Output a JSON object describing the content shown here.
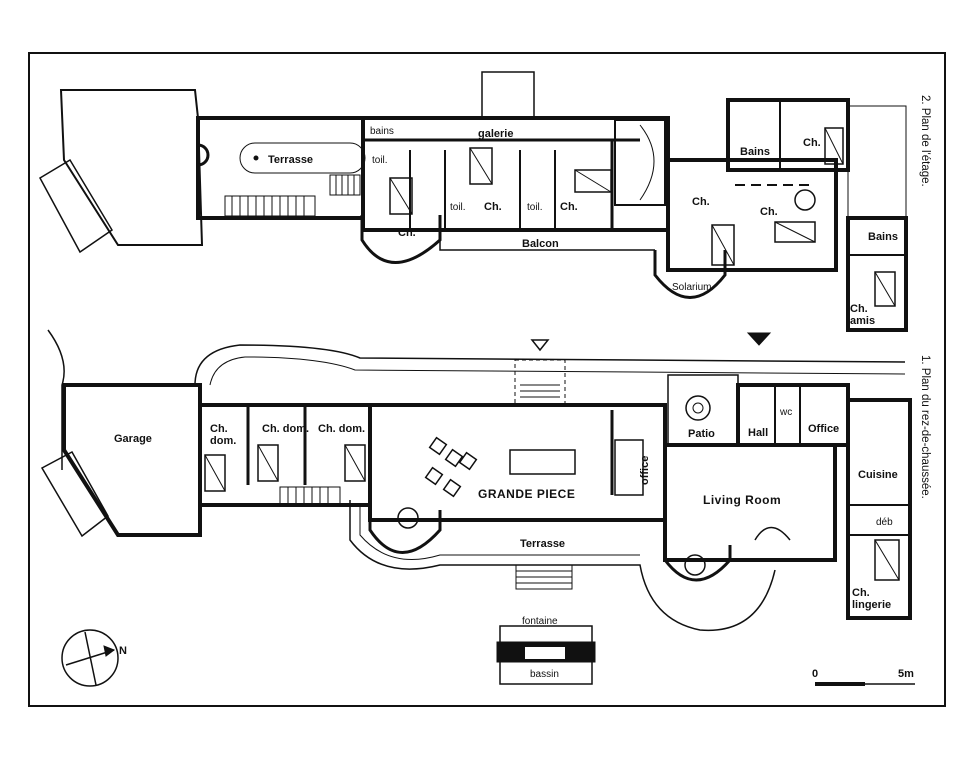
{
  "upper_plan": {
    "title": "2. Plan de l'étage.",
    "rooms": {
      "terrasse": "Terrasse",
      "bains": "bains",
      "galerie": "galerie",
      "toil_1": "toil.",
      "ch_bay": "Ch.",
      "toil_2": "toil.",
      "ch_2": "Ch.",
      "toil_3": "toil.",
      "ch_3": "Ch.",
      "balcon": "Balcon",
      "solarium": "Solarium",
      "ch_4": "Ch.",
      "ch_5": "Ch.",
      "bains_2": "Bains",
      "ch_6": "Ch.",
      "bains_3": "Bains",
      "ch_amis": "Ch.\namis"
    }
  },
  "ground_plan": {
    "title": "1. Plan du rez-de-chaussée.",
    "rooms": {
      "garage": "Garage",
      "ch_dom_1": "Ch.\ndom.",
      "ch_dom_2": "Ch. dom.",
      "ch_dom_3": "Ch. dom.",
      "grande_piece": "GRANDE PIECE",
      "office_small": "office",
      "patio": "Patio",
      "hall": "Hall",
      "wc": "wc",
      "office": "Office",
      "cuisine": "Cuisine",
      "living_room": "Living Room",
      "deb": "déb",
      "ch_lingerie": "Ch.\nlingerie",
      "terrasse": "Terrasse",
      "fontaine": "fontaine",
      "bassin": "bassin"
    }
  },
  "scale_bar": {
    "start": "0",
    "end": "5m"
  },
  "compass": {
    "north": "N"
  }
}
